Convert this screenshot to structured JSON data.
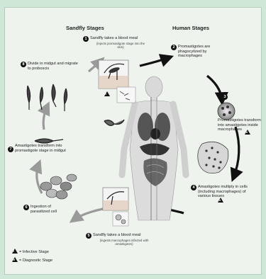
{
  "headers": {
    "sandfly": "Sandfly Stages",
    "human": "Human Stages"
  },
  "steps": [
    {
      "n": "1",
      "title": "Sandfly takes a blood meal",
      "sub": "(injects promastigote stage into the skin)"
    },
    {
      "n": "2",
      "title": "Promastigotes are phagocytized by macrophages",
      "sub": ""
    },
    {
      "n": "3",
      "title": "Promastigotes transform into amastigotes inside macrophages",
      "sub": ""
    },
    {
      "n": "4",
      "title": "Amastigotes multiply in cells (including macrophages) of various tissues",
      "sub": ""
    },
    {
      "n": "5",
      "title": "Sandfly takes a blood meal",
      "sub": "(ingests macrophages infected with amastigotes)"
    },
    {
      "n": "6",
      "title": "Ingestion of parasitized cell",
      "sub": ""
    },
    {
      "n": "7",
      "title": "Amastigotes transform into promastigote stage in midgut",
      "sub": ""
    },
    {
      "n": "8",
      "title": "Divide in midgut and migrate to proboscis",
      "sub": ""
    }
  ],
  "legend": [
    {
      "mark": "i",
      "label": "= Infective Stage"
    },
    {
      "mark": "d",
      "label": "= Diagnostic Stage"
    }
  ],
  "colors": {
    "background": "#cfe7d7",
    "panel": "#eef3ee",
    "arrow_sandfly": "#9a9a9a",
    "arrow_human": "#111111"
  }
}
